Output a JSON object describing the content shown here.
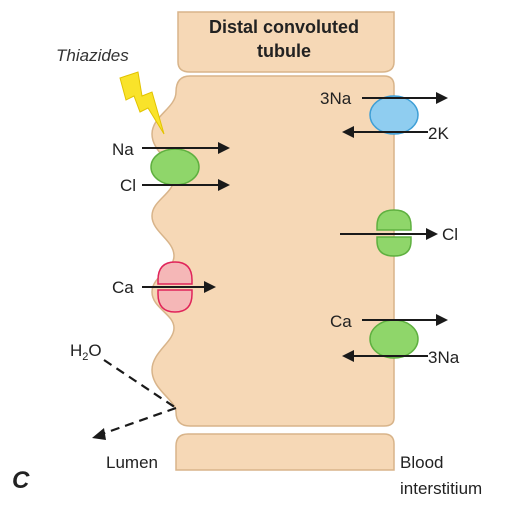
{
  "title_line1": "Distal convoluted",
  "title_line2": "tubule",
  "drug": "Thiazides",
  "panel_letter": "C",
  "lumen_label": "Lumen",
  "blood_line1": "Blood",
  "blood_line2": "interstitium",
  "apical": {
    "na": "Na",
    "cl": "Cl",
    "ca": "Ca",
    "h2o_main": "H",
    "h2o_sub": "2",
    "h2o_end": "O"
  },
  "basolateral": {
    "pump_na": "3Na",
    "pump_k": "2K",
    "cl": "Cl",
    "exch_ca": "Ca",
    "exch_na": "3Na"
  },
  "colors": {
    "cell": "#f6d8b6",
    "cell_border": "#d8b48a",
    "green": "#8fd66a",
    "blue": "#8fcdf0",
    "pink": "#f5b7b7",
    "pink_border": "#e0245a",
    "bolt": "#f9e32a"
  }
}
